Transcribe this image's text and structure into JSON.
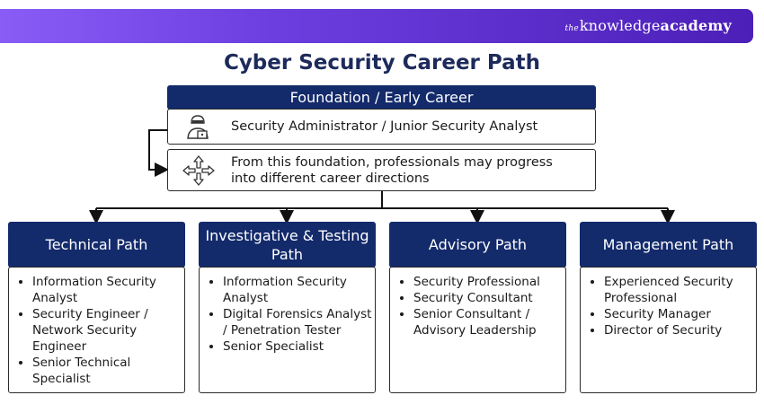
{
  "brand": {
    "prefix": "the",
    "name_light": "knowledge",
    "name_bold": "academy"
  },
  "title": "Cyber Security Career Path",
  "foundation": {
    "header": "Foundation / Early Career",
    "role": "Security Administrator / Junior Security Analyst",
    "note": "From this foundation, professionals may progress into different career directions"
  },
  "paths": [
    {
      "title": "Technical Path",
      "items": [
        "Information Security Analyst",
        "Security Engineer / Network Security Engineer",
        "Senior Technical Specialist"
      ]
    },
    {
      "title": "Investigative & Testing Path",
      "items": [
        "Information Security Analyst",
        "Digital Forensics Analyst / Penetration Tester",
        "Senior Specialist"
      ]
    },
    {
      "title": "Advisory Path",
      "items": [
        "Security Professional",
        "Security Consultant",
        "Senior Consultant / Advisory Leadership"
      ]
    },
    {
      "title": "Management Path",
      "items": [
        "Experienced Security Professional",
        "Security Manager",
        "Director of Security"
      ]
    }
  ],
  "colors": {
    "header_navy": "#132a6b",
    "title_navy": "#1d2a5b",
    "brand_purple": "#6d3fe0"
  },
  "icons": {
    "role": "hacker-person-icon",
    "directions": "four-way-arrows-icon"
  }
}
